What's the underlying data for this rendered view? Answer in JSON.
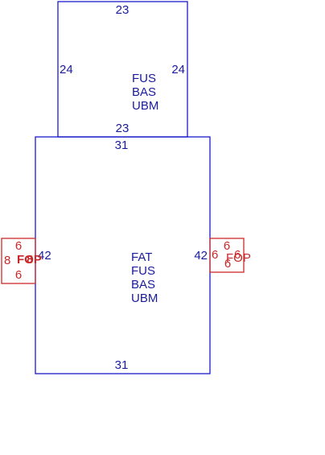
{
  "colors": {
    "structure": "#1a1acc",
    "structure_text": "#1a1a9c",
    "porch": "#cc2a2a",
    "porch_text": "#c8282a",
    "background": "#ffffff"
  },
  "upper_section": {
    "top_dimension": "23",
    "left_dimension": "24",
    "right_dimension": "24",
    "bottom_dimension": "23",
    "codes": [
      "FUS",
      "BAS",
      "UBM"
    ]
  },
  "main_section": {
    "top_dimension": "31",
    "left_dimension": "42",
    "right_dimension": "42",
    "bottom_dimension": "31",
    "codes": [
      "FAT",
      "FUS",
      "BAS",
      "UBM"
    ]
  },
  "left_porch": {
    "top_dimension": "6",
    "left_dimension": "8",
    "right_dimension": "8",
    "bottom_dimension": "6",
    "code": "FOP"
  },
  "right_porch": {
    "top_dimension": "6",
    "left_dimension": "6",
    "right_dimension": "6",
    "bottom_dimension": "6",
    "code": "FOP"
  }
}
